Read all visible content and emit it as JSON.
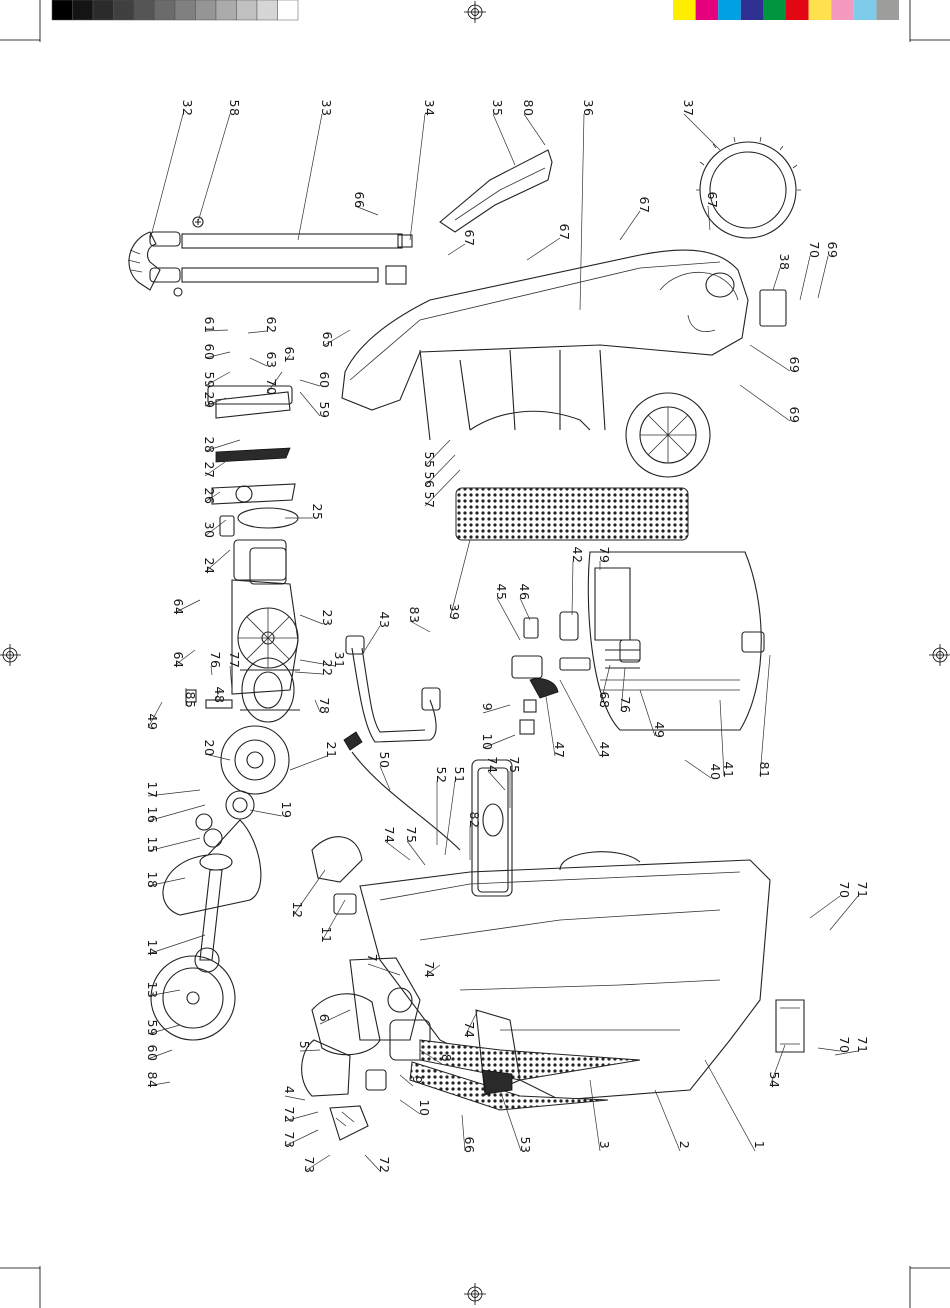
{
  "colors": {
    "grayscale_bar": [
      "#000000",
      "#141414",
      "#2b2b2b",
      "#404040",
      "#555555",
      "#6b6b6b",
      "#808080",
      "#959595",
      "#ababab",
      "#c0c0c0",
      "#d6d6d6",
      "#ffffff"
    ],
    "color_bar": [
      "#ffed00",
      "#e6007e",
      "#00a0e3",
      "#2e3192",
      "#00963f",
      "#e30613",
      "#ffe14d",
      "#f49ac1",
      "#7fcbea",
      "#9d9d9c"
    ]
  },
  "callouts": {
    "c1": "1",
    "c2": "2",
    "c3": "3",
    "c4": "4",
    "c5": "5",
    "c6": "6",
    "c7": "7",
    "c8": "8",
    "c9a": "9",
    "c9b": "9",
    "c10a": "10",
    "c10b": "10",
    "c11": "11",
    "c12": "12",
    "c13": "13",
    "c14": "14",
    "c15": "15",
    "c16": "16",
    "c17": "17",
    "c18": "18",
    "c19": "19",
    "c20": "20",
    "c21": "21",
    "c22": "22",
    "c23": "23",
    "c24": "24",
    "c25": "25",
    "c26": "26",
    "c27": "27",
    "c28": "28",
    "c29": "29",
    "c30": "30",
    "c31": "31",
    "c32": "32",
    "c33": "33",
    "c34": "34",
    "c35": "35",
    "c36": "36",
    "c37": "37",
    "c38": "38",
    "c39": "39",
    "c40": "40",
    "c41": "41",
    "c42": "42",
    "c43": "43",
    "c44": "44",
    "c45": "45",
    "c46": "46",
    "c47": "47",
    "c48": "48",
    "c49a": "49",
    "c49b": "49",
    "c50": "50",
    "c51": "51",
    "c52": "52",
    "c53": "53",
    "c54": "54",
    "c55": "55",
    "c56": "56",
    "c57": "57",
    "c58": "58",
    "c59a": "59",
    "c59b": "59",
    "c59c": "59",
    "c60a": "60",
    "c60b": "60",
    "c60c": "60",
    "c61a": "61",
    "c61b": "61",
    "c62": "62",
    "c63": "63",
    "c64a": "64",
    "c64b": "64",
    "c65": "65",
    "c66a": "66",
    "c66b": "66",
    "c67a": "67",
    "c67b": "67",
    "c67c": "67",
    "c67d": "67",
    "c68": "68",
    "c69a": "69",
    "c69b": "69",
    "c69c": "69",
    "c70a": "70",
    "c70b": "70",
    "c70c": "70",
    "c70d": "70",
    "c71a": "71",
    "c71b": "71",
    "c72a": "72",
    "c72b": "72",
    "c73a": "73",
    "c73b": "73",
    "c74a": "74",
    "c74b": "74",
    "c74c": "74",
    "c74d": "74",
    "c75a": "75",
    "c75b": "75",
    "c76a": "76",
    "c76b": "76",
    "c77": "77",
    "c78": "78",
    "c79": "79",
    "c80": "80",
    "c81": "81",
    "c82": "82",
    "c83": "83",
    "c84": "84",
    "c85": "85"
  }
}
